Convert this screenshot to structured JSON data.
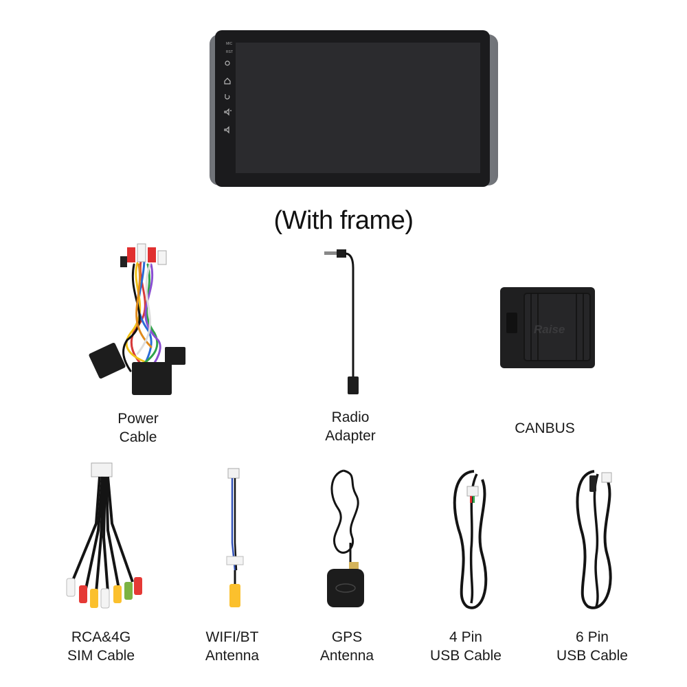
{
  "header": {
    "frame_label": "(With frame)"
  },
  "stereo": {
    "side_icons": [
      "mic-label-icon",
      "rst-label-icon",
      "power-icon",
      "home-icon",
      "back-icon",
      "volume-up-icon",
      "volume-down-icon"
    ],
    "side_text": [
      "MIC",
      "RST"
    ]
  },
  "items": {
    "power_cable": {
      "line1": "Power",
      "line2": "Cable"
    },
    "radio_adapter": {
      "line1": "Radio",
      "line2": "Adapter"
    },
    "canbus": {
      "line1": "CANBUS",
      "logo_text": "Raise"
    },
    "rca_cable": {
      "line1": "RCA&4G",
      "line2": "SIM Cable"
    },
    "wifi_antenna": {
      "line1": "WIFI/BT",
      "line2": "Antenna"
    },
    "gps_antenna": {
      "line1": "GPS",
      "line2": "Antenna"
    },
    "usb4": {
      "line1": "4 Pin",
      "line2": "USB Cable"
    },
    "usb6": {
      "line1": "6 Pin",
      "line2": "USB Cable"
    }
  },
  "colors": {
    "bezel": "#1b1b1d",
    "frame": "#8a8d92",
    "screen": "#2a2a2c",
    "cable": "#141414",
    "caption": "#1a1a1a"
  }
}
